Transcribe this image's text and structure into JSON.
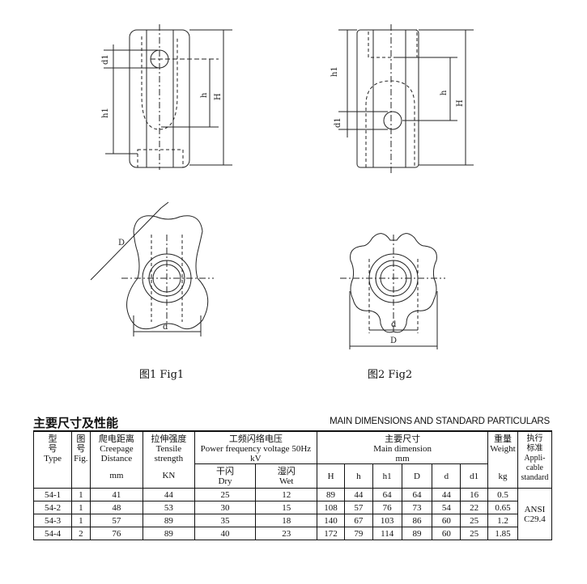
{
  "figure": {
    "fig1_caption": "图1 Fig1",
    "fig2_caption": "图2 Fig2",
    "dim_labels": {
      "d1": "d1",
      "h1": "h1",
      "h": "h",
      "H": "H",
      "D": "D",
      "d": "d"
    }
  },
  "section": {
    "title_cn": "主要尺寸及性能",
    "title_en": "MAIN DIMENSIONS AND STANDARD PARTICULARS"
  },
  "table": {
    "headers": {
      "type": [
        "型",
        "号",
        "Type"
      ],
      "fig": [
        "图",
        "号",
        "Fig."
      ],
      "creepage": [
        "爬电距离",
        "Creepage",
        "Distance"
      ],
      "creepage_unit": "mm",
      "tensile": [
        "拉伸强度",
        "Tensile",
        "strength"
      ],
      "tensile_unit": "KN",
      "power": [
        "工频闪络电压",
        "Power frequency voltage 50Hz",
        "kV"
      ],
      "dry": [
        "干闪",
        "Dry"
      ],
      "wet": [
        "湿闪",
        "Wet"
      ],
      "main_dim": [
        "主要尺寸",
        "Main dimension",
        "mm"
      ],
      "dim_cols": [
        "H",
        "h",
        "h1",
        "D",
        "d",
        "d1"
      ],
      "weight": [
        "重量",
        "Weight"
      ],
      "weight_unit": "kg",
      "standard": [
        "执行",
        "标准",
        "Appli-",
        "cable",
        "standard"
      ]
    },
    "rows": [
      [
        "54-1",
        "1",
        "41",
        "44",
        "25",
        "12",
        "89",
        "44",
        "64",
        "64",
        "44",
        "16",
        "0.5"
      ],
      [
        "54-2",
        "1",
        "48",
        "53",
        "30",
        "15",
        "108",
        "57",
        "76",
        "73",
        "54",
        "22",
        "0.65"
      ],
      [
        "54-3",
        "1",
        "57",
        "89",
        "35",
        "18",
        "140",
        "67",
        "103",
        "86",
        "60",
        "25",
        "1.2"
      ],
      [
        "54-4",
        "2",
        "76",
        "89",
        "40",
        "23",
        "172",
        "79",
        "114",
        "89",
        "60",
        "25",
        "1.85"
      ]
    ],
    "standard_value": [
      "ANSI",
      "C29.4"
    ]
  }
}
